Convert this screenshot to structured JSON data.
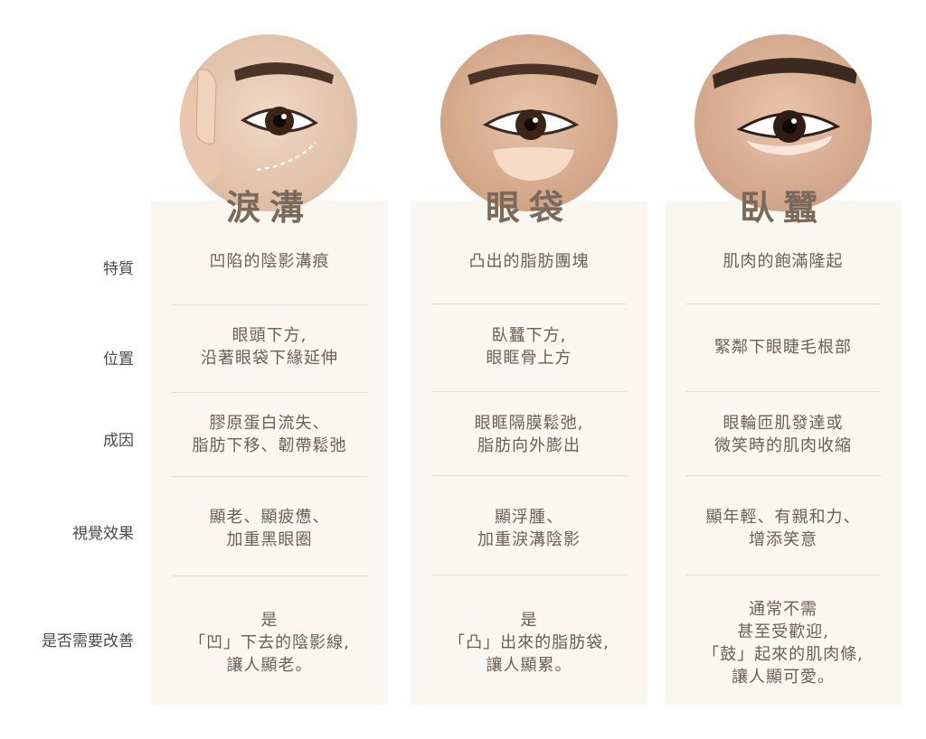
{
  "row_labels": [
    "特質",
    "位置",
    "成因",
    "視覺效果",
    "是否需要改善"
  ],
  "columns": [
    {
      "title": "淚溝",
      "photo_icon": "eye-tear-trough-photo",
      "cells": [
        [
          "凹陷的陰影溝痕"
        ],
        [
          "眼頭下方,",
          "沿著眼袋下緣延伸"
        ],
        [
          "膠原蛋白流失、",
          "脂肪下移、韌帶鬆弛"
        ],
        [
          "顯老、顯疲憊、",
          "加重黑眼圈"
        ],
        [
          "是",
          "「凹」下去的陰影線,",
          "讓人顯老。"
        ]
      ]
    },
    {
      "title": "眼袋",
      "photo_icon": "eye-bag-photo",
      "cells": [
        [
          "凸出的脂肪團塊"
        ],
        [
          "臥蠶下方,",
          "眼眶骨上方"
        ],
        [
          "眼眶隔膜鬆弛,",
          "脂肪向外膨出"
        ],
        [
          "顯浮腫、",
          "加重淚溝陰影"
        ],
        [
          "是",
          "「凸」出來的脂肪袋,",
          "讓人顯累。"
        ]
      ]
    },
    {
      "title": "臥蠶",
      "photo_icon": "eye-aegyo-sal-photo",
      "cells": [
        [
          "肌肉的飽滿隆起"
        ],
        [
          "緊鄰下眼睫毛根部"
        ],
        [
          "眼輪匝肌發達或",
          "微笑時的肌肉收縮"
        ],
        [
          "顯年輕、有親和力、",
          "增添笑意"
        ],
        [
          "通常不需",
          "甚至受歡迎,",
          "「鼓」起來的肌肉條,",
          "讓人顯可愛。"
        ]
      ]
    }
  ],
  "colors": {
    "card_bg": "#faf7f2",
    "text": "#6b5e52",
    "title": "#7a6a5a",
    "label": "#4a4a4a",
    "separator": "#e3ddd4"
  }
}
